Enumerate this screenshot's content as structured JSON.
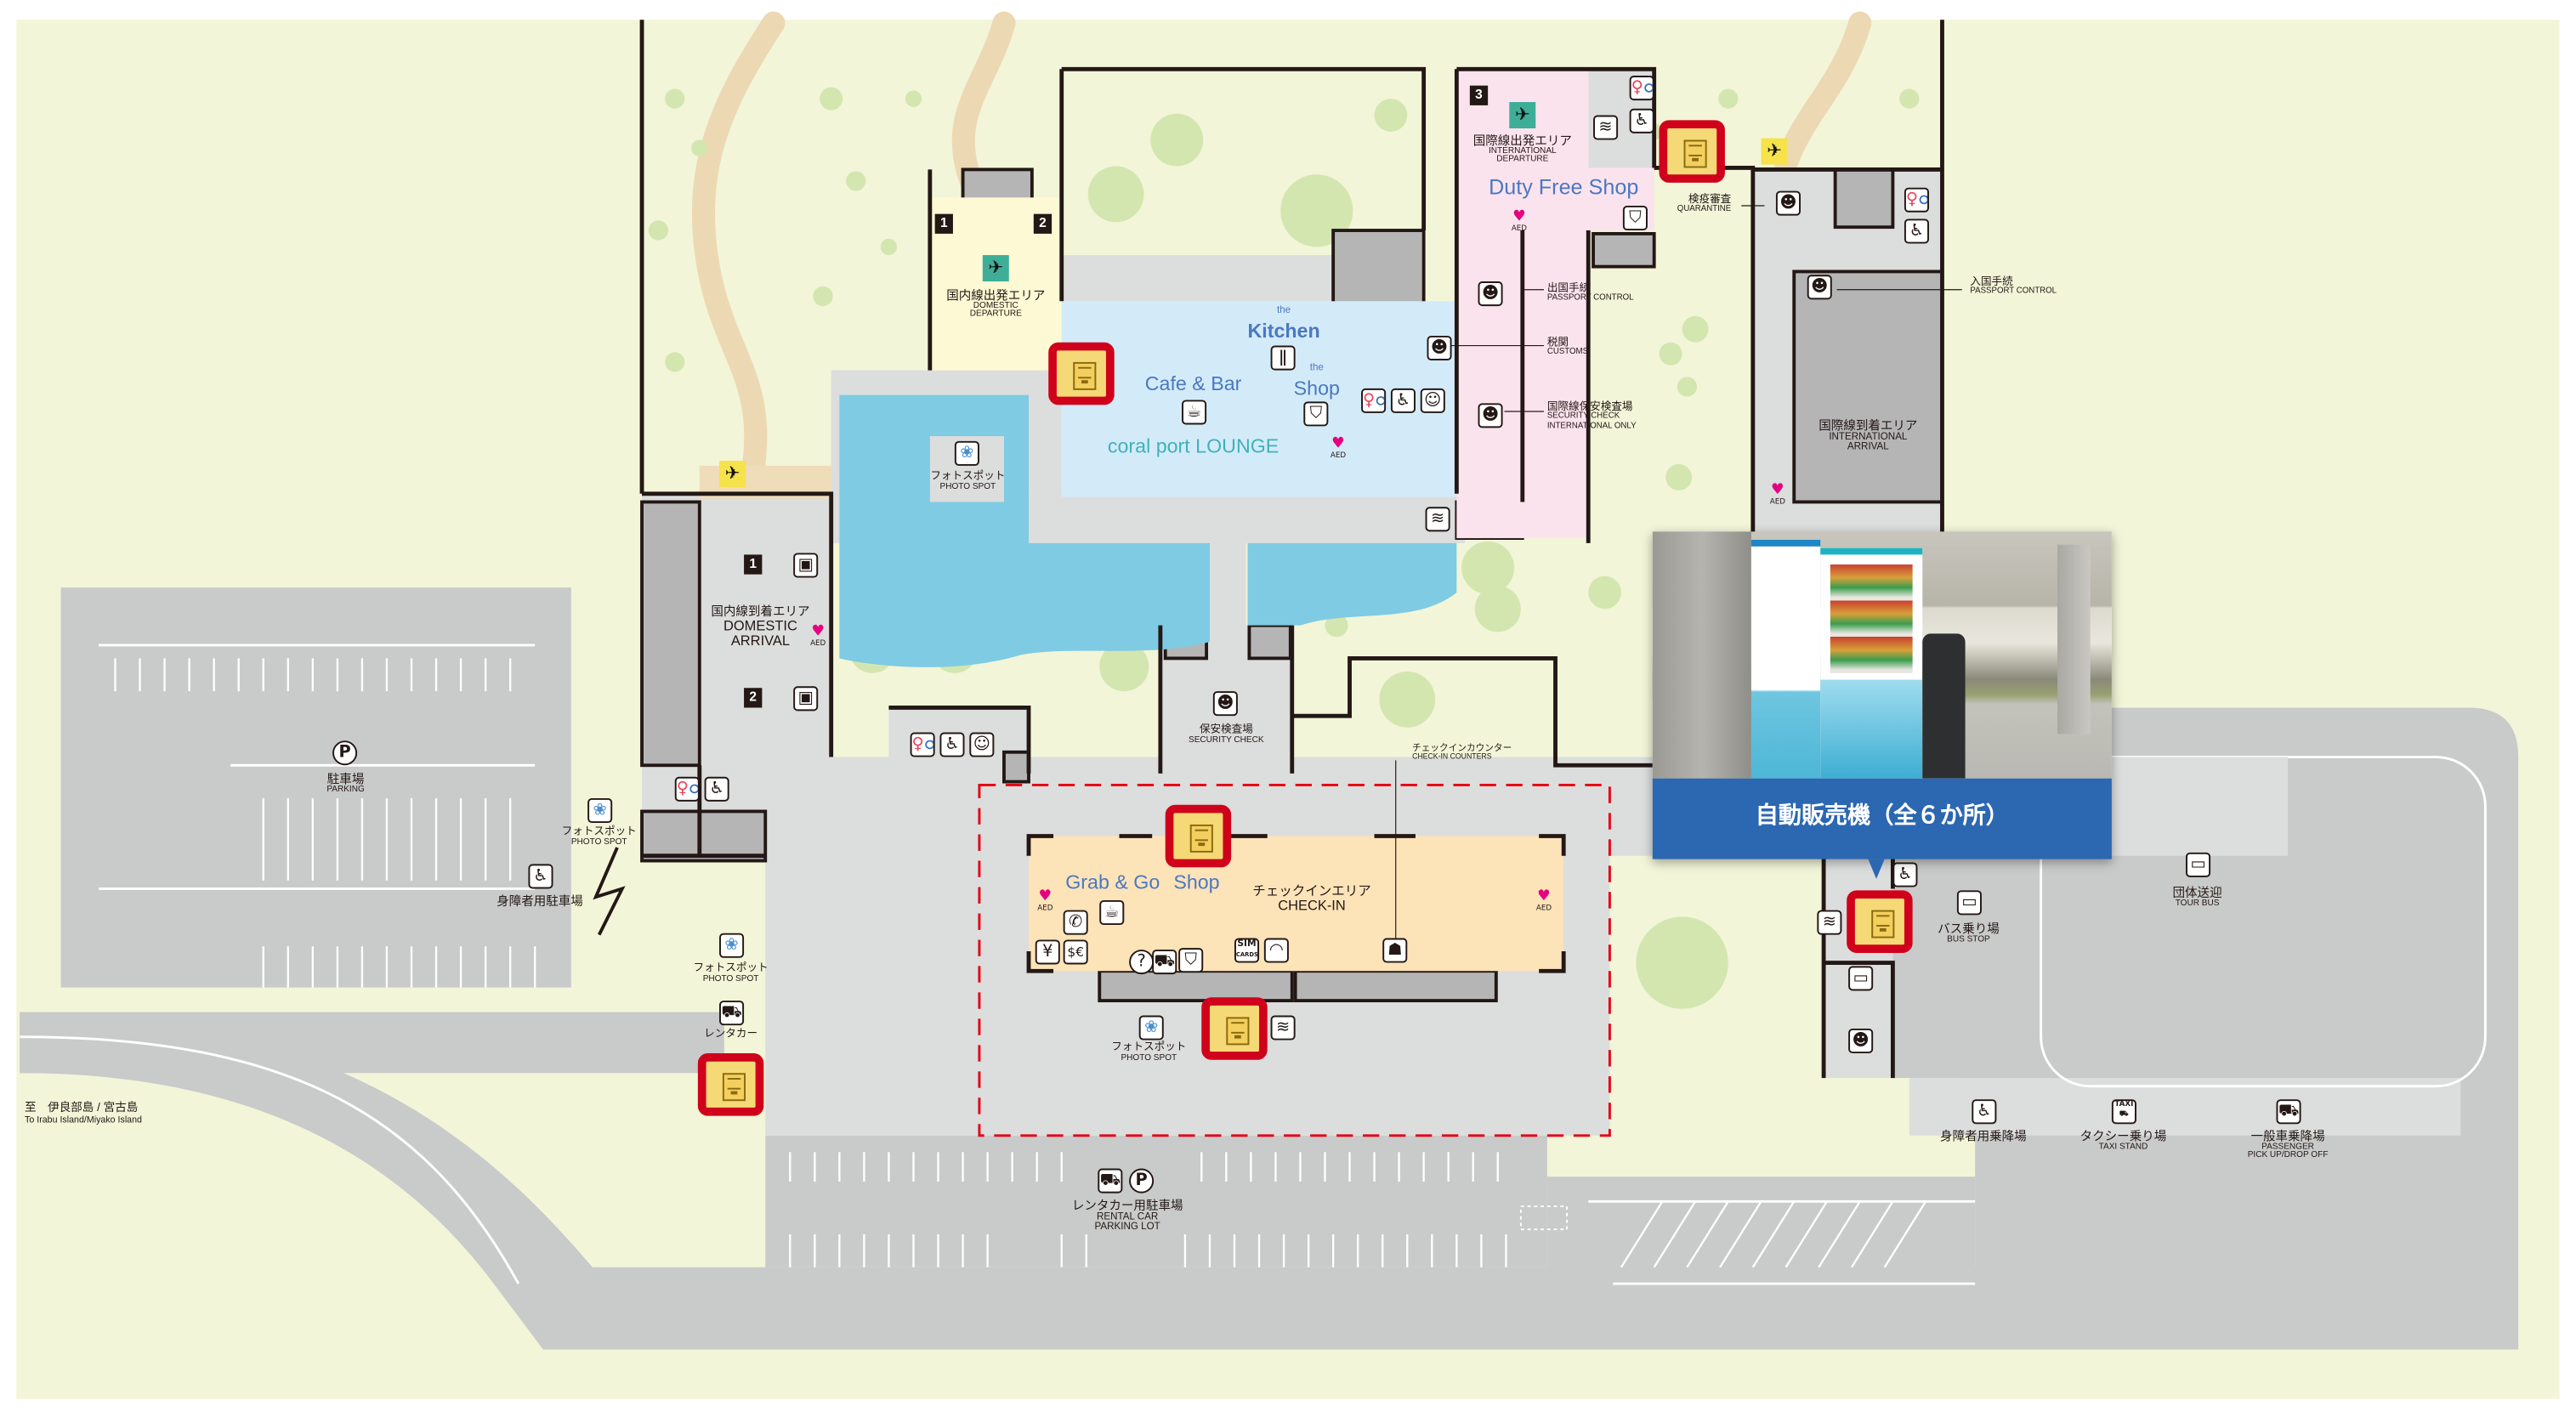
{
  "gates": [
    "1",
    "2",
    "3"
  ],
  "baggage_claims": [
    "1",
    "2"
  ],
  "domestic_departure": {
    "ja": "国内線出発エリア",
    "en1": "DOMESTIC",
    "en2": "DEPARTURE"
  },
  "domestic_arrival": {
    "ja": "国内線到着エリア",
    "en1": "DOMESTIC",
    "en2": "ARRIVAL"
  },
  "international_departure": {
    "ja": "国際線出発エリア",
    "en1": "INTERNATIONAL",
    "en2": "DEPARTURE"
  },
  "international_arrival": {
    "ja": "国際線到着エリア",
    "en1": "INTERNATIONAL",
    "en2": "ARRIVAL"
  },
  "duty_free": "Duty Free Shop",
  "quarantine": {
    "ja": "検疫審査",
    "en": "QUARANTINE"
  },
  "passport_control_out": {
    "ja": "出国手続",
    "en": "PASSPORT CONTROL"
  },
  "customs": {
    "ja": "税関",
    "en": "CUSTOMS"
  },
  "intl_security": {
    "ja": "国際線保安検査場",
    "en1": "SECURITY CHECK",
    "en2": "INTERNATIONAL ONLY"
  },
  "passport_control_in": {
    "ja": "入国手続",
    "en": "PASSPORT CONTROL"
  },
  "kitchen": {
    "the": "the",
    "name": "Kitchen"
  },
  "lounge_shop": {
    "the": "the",
    "name": "Shop"
  },
  "cafe_bar": "Cafe & Bar",
  "lounge": "coral port  LOUNGE",
  "photo_spot": {
    "ja": "フォトスポット",
    "en": "PHOTO SPOT"
  },
  "security_check": {
    "ja": "保安検査場",
    "en": "SECURITY CHECK"
  },
  "checkin_counters": {
    "ja": "チェックインカウンター",
    "en": "CHECK-IN COUNTERS"
  },
  "checkin": {
    "ja": "チェックインエリア",
    "en": "CHECK-IN"
  },
  "grab_go": "Grab & Go",
  "checkin_shop": "Shop",
  "aed": "AED",
  "sim": {
    "top": "SIM",
    "bottom": "CARDS"
  },
  "parking": {
    "sign": "P",
    "ja": "駐車場",
    "en": "PARKING"
  },
  "accessible_parking": "身障者用駐車場",
  "rental_car": "レンタカー",
  "rental_parking": {
    "ja": "レンタカー用駐車場",
    "en1": "RENTAL CAR",
    "en2": "PARKING LOT"
  },
  "destination": {
    "ja": "至　伊良部島 / 宮古島",
    "en": "To Irabu Island/Miyako Island"
  },
  "bus_stop": {
    "ja": "バス乗り場",
    "en": "BUS STOP"
  },
  "tour_bus": {
    "ja": "団体送迎",
    "en": "TOUR BUS"
  },
  "accessible_pickup": "身障者用乗降場",
  "taxi": {
    "sign": "TAXI",
    "ja": "タクシー乗り場",
    "en": "TAXI STAND"
  },
  "passenger": {
    "ja": "一般車乗降場",
    "en1": "PASSENGER",
    "en2": "PICK UP/DROP OFF"
  },
  "popup": {
    "title": "自動販売機（全６か所）"
  },
  "vending_machine_count": 6,
  "colors": {
    "ground": "#f2f5d8",
    "road": "#c9caca",
    "floor": "#dcdddd",
    "water": "#7ecbe3",
    "lounge": "#d3ebf8",
    "intl_departure": "#fbe3ee",
    "domestic_departure": "#fdf9d4",
    "checkin": "#fde3b8",
    "highlight": "#d0021b",
    "banner": "#2c67b1",
    "brand_blue": "#4a78c2",
    "teal": "#3fb1bd"
  }
}
